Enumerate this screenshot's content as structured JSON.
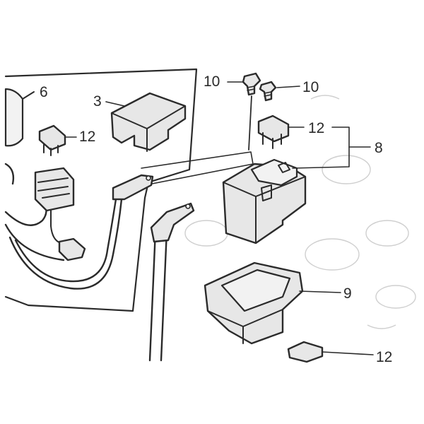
{
  "diagram": {
    "callouts": {
      "c6": "6",
      "c3": "3",
      "c12_left": "12",
      "c10_a": "10",
      "c10_b": "10",
      "c12_right": "12",
      "c8": "8",
      "c9": "9",
      "c12_bottom": "12"
    }
  }
}
